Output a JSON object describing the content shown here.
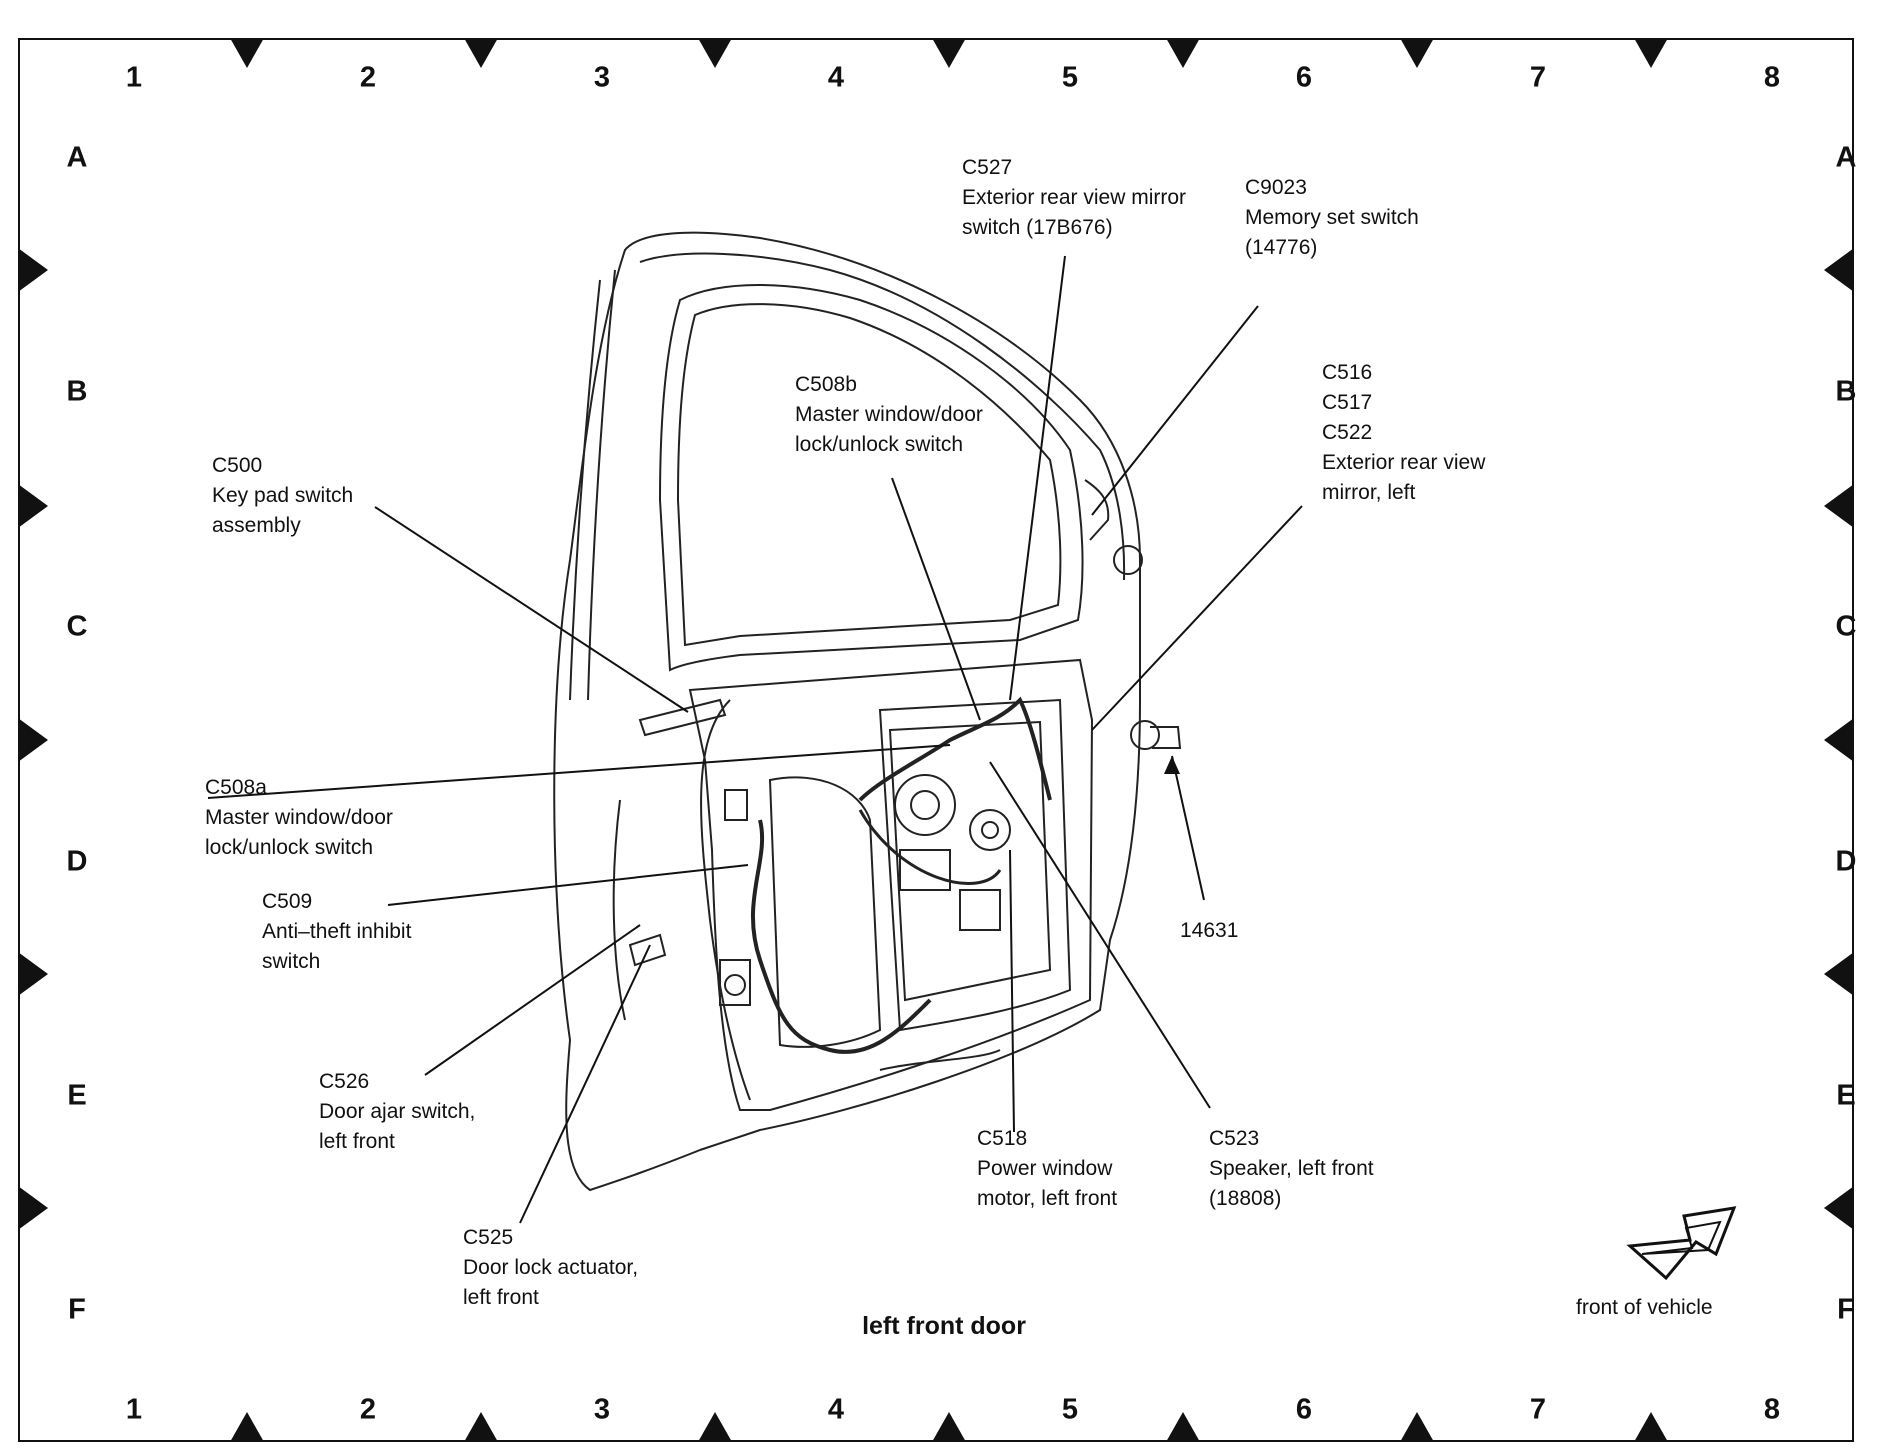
{
  "diagram": {
    "title": "left front door",
    "grid": {
      "columns": [
        "1",
        "2",
        "3",
        "4",
        "5",
        "6",
        "7",
        "8"
      ],
      "rows": [
        "A",
        "B",
        "C",
        "D",
        "E",
        "F"
      ]
    },
    "callouts": [
      {
        "id": "c527",
        "lines": [
          "C527",
          "Exterior rear view mirror",
          "switch (17B676)"
        ]
      },
      {
        "id": "c9023",
        "lines": [
          "C9023",
          "Memory set switch",
          "(14776)"
        ]
      },
      {
        "id": "c508b",
        "lines": [
          "C508b",
          "Master window/door",
          "lock/unlock switch"
        ]
      },
      {
        "id": "c516",
        "lines": [
          "C516",
          "C517",
          "C522",
          "Exterior rear view",
          "mirror, left"
        ]
      },
      {
        "id": "c500",
        "lines": [
          "C500",
          "Key pad switch",
          "assembly"
        ]
      },
      {
        "id": "c508a",
        "lines": [
          "C508a",
          "Master window/door",
          "lock/unlock switch"
        ]
      },
      {
        "id": "c509",
        "lines": [
          "C509",
          "Anti–theft inhibit",
          "switch"
        ]
      },
      {
        "id": "14631",
        "lines": [
          "14631"
        ]
      },
      {
        "id": "c526",
        "lines": [
          "C526",
          "Door ajar switch,",
          "left front"
        ]
      },
      {
        "id": "c518",
        "lines": [
          "C518",
          "Power window",
          "motor, left front"
        ]
      },
      {
        "id": "c523",
        "lines": [
          "C523",
          "Speaker, left front",
          "(18808)"
        ]
      },
      {
        "id": "c525",
        "lines": [
          "C525",
          "Door lock actuator,",
          "left front"
        ]
      }
    ],
    "front_indicator": {
      "label": "front of vehicle",
      "icon": "arrow-icon"
    }
  }
}
